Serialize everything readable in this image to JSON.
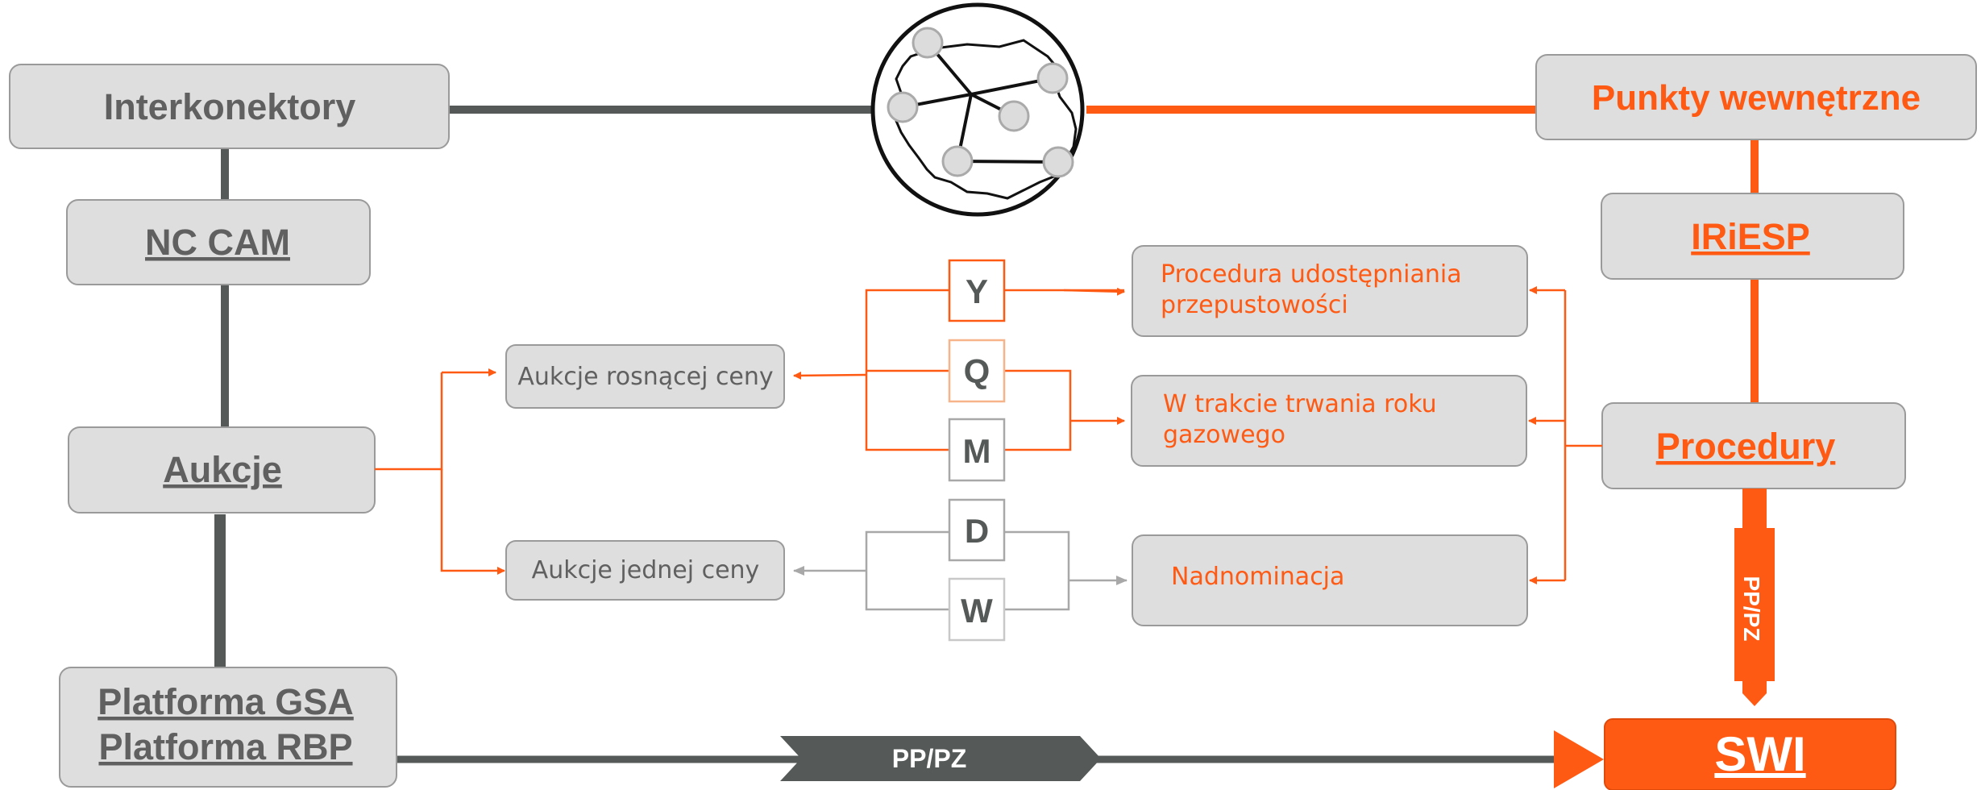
{
  "left": {
    "interkonektory": "Interkonektory",
    "nc_cam": "NC CAM",
    "aukcje": "Aukcje",
    "platforma_gsa": "Platforma GSA",
    "platforma_rbp": "Platforma RBP"
  },
  "right": {
    "punkty_wewnetrzne": "Punkty wewnętrzne",
    "iriesp": "IRiESP",
    "procedury": "Procedury",
    "swi": "SWI",
    "pp_pz_vertical": "PP/PZ"
  },
  "middle": {
    "aukcje_rosnacej": "Aukcje rosnącej ceny",
    "aukcje_jednej": "Aukcje jednej ceny",
    "procedura_line1": "Procedura udostępniania",
    "procedura_line2": "przepustowości",
    "wtrakcie_line1": "W trakcie trwania roku",
    "wtrakcie_line2": "gazowego",
    "nadnominacja": "Nadnominacja",
    "pp_pz_horizontal": "PP/PZ"
  },
  "products": [
    "Y",
    "Q",
    "M",
    "D",
    "W"
  ],
  "colors": {
    "orange": "#ff5a14",
    "dark_gray": "#555a59",
    "box_fill": "#dedede",
    "box_stroke": "#9a9a9a",
    "text_gray": "#606060",
    "light_gray_line": "#a8a8a8"
  }
}
